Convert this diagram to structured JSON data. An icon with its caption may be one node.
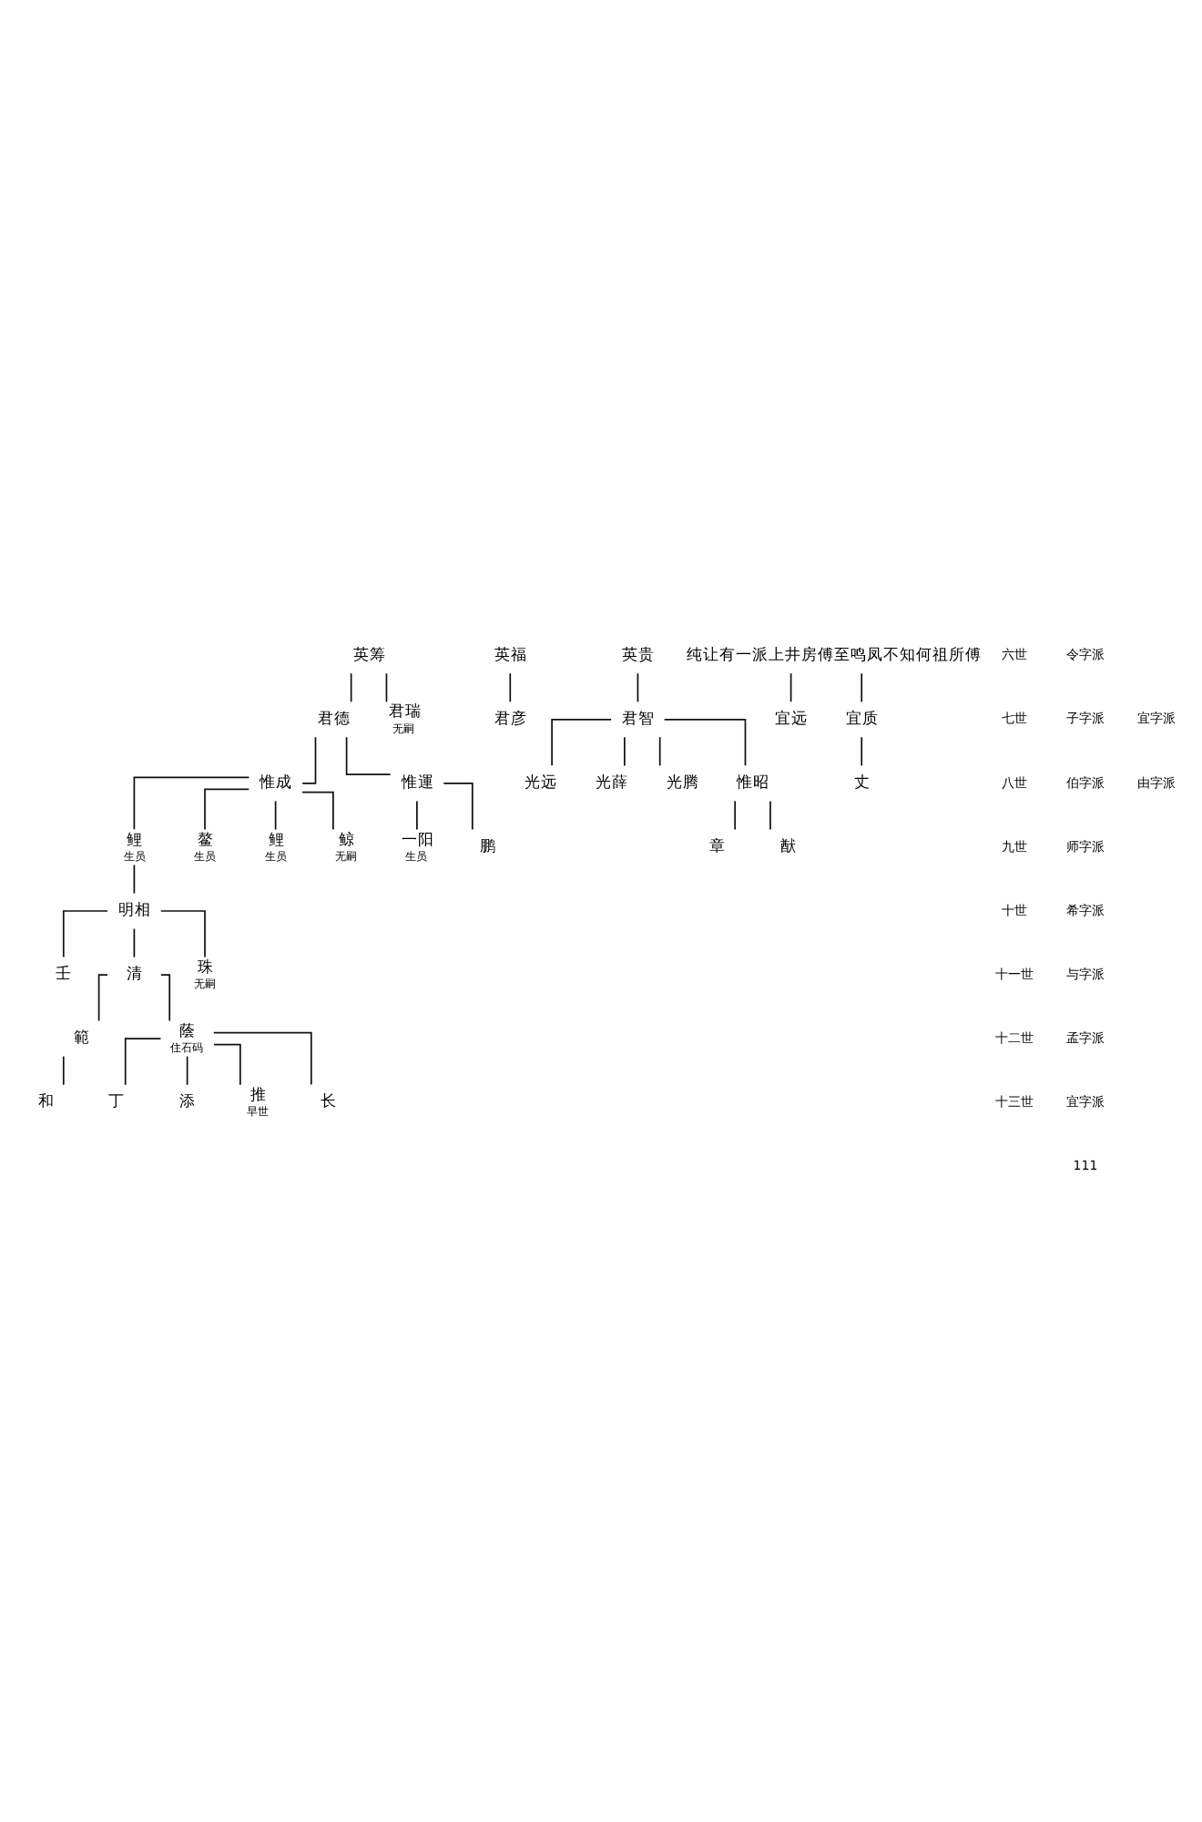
{
  "diagram": {
    "nodes": [
      {
        "text": [
          "英筹"
        ]
      },
      {
        "text": [
          "英福"
        ]
      },
      {
        "text": [
          "英贵"
        ]
      },
      {
        "text": [
          "君德"
        ]
      },
      {
        "text": [
          "君瑞"
        ],
        "beside": [
          "无嗣"
        ]
      },
      {
        "text": [
          "君彦"
        ]
      },
      {
        "text": [
          "君智"
        ]
      },
      {
        "text": [
          "惟成"
        ]
      },
      {
        "text": [
          "惟運"
        ]
      },
      {
        "text": [
          "光远"
        ]
      },
      {
        "text": [
          "光薛"
        ]
      },
      {
        "text": [
          "光腾"
        ]
      },
      {
        "text": [
          "惟昭"
        ]
      },
      {
        "text": [
          "章"
        ]
      },
      {
        "text": [
          "猷"
        ]
      },
      {
        "text": [
          "鲤"
        ],
        "beside": [
          "生员"
        ]
      },
      {
        "text": [
          "鳌"
        ],
        "beside": [
          "生员"
        ]
      },
      {
        "text": [
          "鲤"
        ],
        "beside": [
          "生员"
        ]
      },
      {
        "text": [
          "鲸"
        ],
        "beside": [
          "无嗣"
        ]
      },
      {
        "text": [
          "一阳"
        ],
        "beside": [
          "生员"
        ]
      },
      {
        "text": [
          "鹏"
        ]
      },
      {
        "text": [
          "明相"
        ]
      },
      {
        "text": [
          "壬"
        ]
      },
      {
        "text": [
          "清"
        ]
      },
      {
        "text": [
          "珠"
        ],
        "beside": [
          "无嗣"
        ]
      },
      {
        "text": [
          "範"
        ]
      },
      {
        "text": [
          "蔭"
        ],
        "beside": [
          "住石码"
        ]
      },
      {
        "text": [
          "和"
        ]
      },
      {
        "text": [
          "丁"
        ]
      },
      {
        "text": [
          "添"
        ]
      },
      {
        "text": [
          "推"
        ],
        "beside": [
          "早世"
        ]
      },
      {
        "text": [
          "长"
        ]
      },
      {
        "text": [
          "纯让有一派上井房傅至鸣凤不知何祖所傅"
        ]
      },
      {
        "text": [
          "宜远"
        ]
      },
      {
        "text": [
          "宜质"
        ]
      },
      {
        "text": [
          "丈"
        ]
      }
    ],
    "edges": [
      {
        "from": 0,
        "to": 3,
        "arrow": "none"
      },
      {
        "from": 0,
        "to": 4,
        "arrow": "none"
      },
      {
        "from": 1,
        "to": 5,
        "arrow": "none"
      },
      {
        "from": 2,
        "to": 6,
        "arrow": "none"
      },
      {
        "from": 3,
        "to": 7,
        "arrow": "none"
      },
      {
        "from": 3,
        "to": 8,
        "arrow": "none"
      },
      {
        "from": 6,
        "to": 9,
        "arrow": "none"
      },
      {
        "from": 6,
        "to": 10,
        "arrow": "none"
      },
      {
        "from": 6,
        "to": 11,
        "arrow": "none"
      },
      {
        "from": 6,
        "to": 12,
        "arrow": "none"
      },
      {
        "from": 12,
        "to": 13,
        "arrow": "none"
      },
      {
        "from": 12,
        "to": 14,
        "arrow": "none"
      },
      {
        "from": 7,
        "to": 15,
        "arrow": "none"
      },
      {
        "from": 7,
        "to": 16,
        "arrow": "none"
      },
      {
        "from": 7,
        "to": 17,
        "arrow": "none"
      },
      {
        "from": 7,
        "to": 18,
        "arrow": "none"
      },
      {
        "from": 8,
        "to": 19,
        "arrow": "none"
      },
      {
        "from": 8,
        "to": 20,
        "arrow": "none"
      },
      {
        "from": 15,
        "to": 21,
        "arrow": "none"
      },
      {
        "from": 21,
        "to": 22,
        "arrow": "none"
      },
      {
        "from": 21,
        "to": 23,
        "arrow": "none"
      },
      {
        "from": 21,
        "to": 24,
        "arrow": "none"
      },
      {
        "from": 23,
        "to": 25,
        "arrow": "none"
      },
      {
        "from": 23,
        "to": 26,
        "arrow": "none"
      },
      {
        "from": 25,
        "to": 27,
        "arrow": "none"
      },
      {
        "from": 26,
        "to": 28,
        "arrow": "none"
      },
      {
        "from": 26,
        "to": 29,
        "arrow": "none"
      },
      {
        "from": 26,
        "to": 30,
        "arrow": "none"
      },
      {
        "from": 26,
        "to": 31,
        "arrow": "none"
      },
      {
        "from": 32,
        "to": 33,
        "arrow": "none"
      },
      {
        "from": 32,
        "to": 34,
        "arrow": "none"
      },
      {
        "from": 34,
        "to": 35,
        "arrow": "none"
      }
    ],
    "labels": [
      "六世",
      "令字派",
      "七世",
      "子字派",
      "八世",
      "伯字派",
      "九世",
      "师字派",
      "十世",
      "希字派",
      "十一世",
      "与字派",
      "十二世",
      "孟字派",
      "十三世",
      "宜字派",
      "宜字派",
      "由字派",
      "111"
    ]
  }
}
